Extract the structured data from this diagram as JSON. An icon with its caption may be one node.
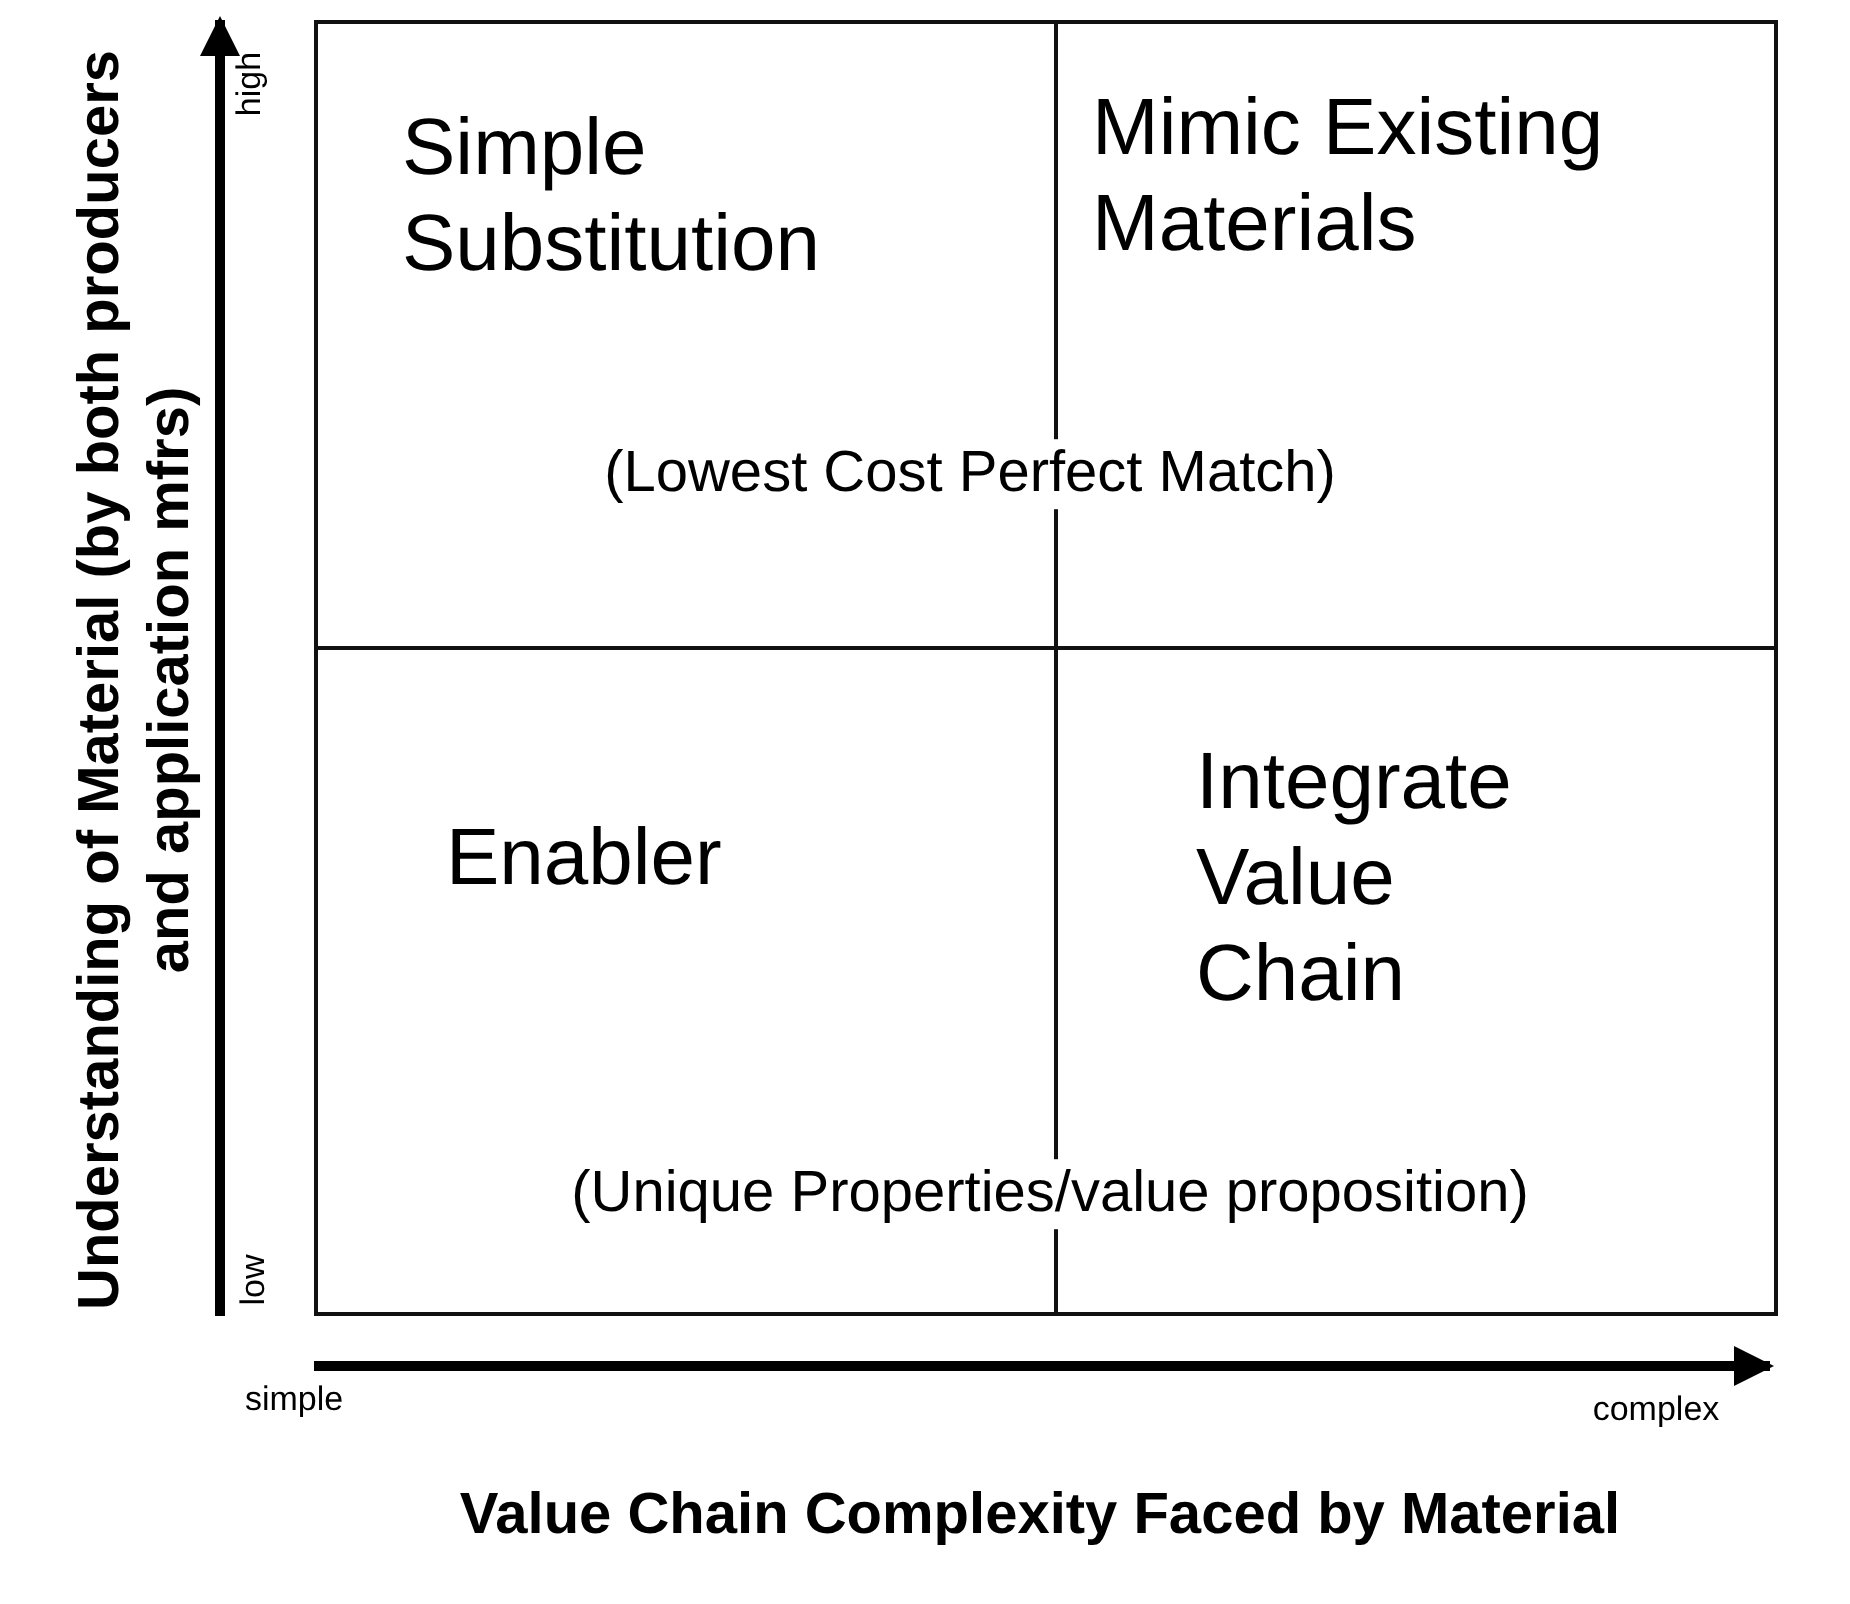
{
  "diagram": {
    "nodes": [
      {
        "text": [
          "Simple Substitution"
        ]
      },
      {
        "text": [
          "Mimic Existing Materials"
        ]
      },
      {
        "text": [
          "Enabler"
        ]
      },
      {
        "text": [
          "Integrate Value Chain"
        ]
      }
    ],
    "edges": [],
    "labels": [
      "high",
      "low",
      "Understanding of Material (by both producers and application mfrs)",
      "(Lowest Cost Perfect Match)",
      "(Unique Properties/value proposition)",
      "simple",
      "complex",
      "Value Chain Complexity Faced by Material"
    ]
  }
}
